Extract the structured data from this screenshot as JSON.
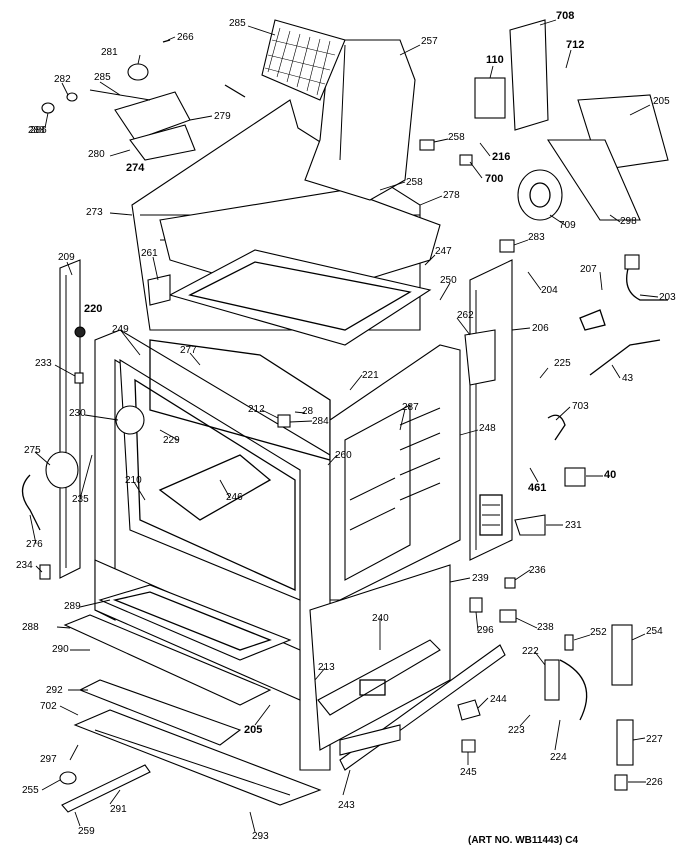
{
  "diagram": {
    "art_no": "(ART NO. WB11443) C4",
    "labels": [
      {
        "id": "p285top",
        "text": "285",
        "bold": false
      },
      {
        "id": "p266",
        "text": "266",
        "bold": false
      },
      {
        "id": "p257",
        "text": "257",
        "bold": false
      },
      {
        "id": "p708",
        "text": "708",
        "bold": true
      },
      {
        "id": "p712",
        "text": "712",
        "bold": true
      },
      {
        "id": "p281",
        "text": "281",
        "bold": false
      },
      {
        "id": "p110",
        "text": "110",
        "bold": true
      },
      {
        "id": "p282",
        "text": "282",
        "bold": false
      },
      {
        "id": "p285",
        "text": "285",
        "bold": false
      },
      {
        "id": "p286",
        "text": "286",
        "bold": false
      },
      {
        "id": "p205",
        "text": "205",
        "bold": false
      },
      {
        "id": "p288",
        "text": "288",
        "bold": false
      },
      {
        "id": "p279",
        "text": "279",
        "bold": false
      },
      {
        "id": "p258a",
        "text": "258",
        "bold": false
      },
      {
        "id": "p216",
        "text": "216",
        "bold": true
      },
      {
        "id": "p280",
        "text": "280",
        "bold": false
      },
      {
        "id": "p274",
        "text": "274",
        "bold": true
      },
      {
        "id": "p700",
        "text": "700",
        "bold": true
      },
      {
        "id": "p258b",
        "text": "258",
        "bold": false
      },
      {
        "id": "p278",
        "text": "278",
        "bold": false
      },
      {
        "id": "p709",
        "text": "709",
        "bold": false
      },
      {
        "id": "p298",
        "text": "298",
        "bold": false
      },
      {
        "id": "p273",
        "text": "273",
        "bold": false
      },
      {
        "id": "p247",
        "text": "247",
        "bold": false
      },
      {
        "id": "p283",
        "text": "283",
        "bold": false
      },
      {
        "id": "p209",
        "text": "209",
        "bold": false
      },
      {
        "id": "p261",
        "text": "261",
        "bold": false
      },
      {
        "id": "p250",
        "text": "250",
        "bold": false
      },
      {
        "id": "p204",
        "text": "204",
        "bold": false
      },
      {
        "id": "p207",
        "text": "207",
        "bold": false
      },
      {
        "id": "p220",
        "text": "220",
        "bold": true
      },
      {
        "id": "p203",
        "text": "203",
        "bold": false
      },
      {
        "id": "p262",
        "text": "262",
        "bold": false
      },
      {
        "id": "p206",
        "text": "206",
        "bold": false
      },
      {
        "id": "p249",
        "text": "249",
        "bold": false
      },
      {
        "id": "p277",
        "text": "277",
        "bold": false
      },
      {
        "id": "p233",
        "text": "233",
        "bold": false
      },
      {
        "id": "p225",
        "text": "225",
        "bold": false
      },
      {
        "id": "p221",
        "text": "221",
        "bold": false
      },
      {
        "id": "p43",
        "text": "43",
        "bold": false
      },
      {
        "id": "p212",
        "text": "212",
        "bold": false
      },
      {
        "id": "p28",
        "text": "28",
        "bold": false
      },
      {
        "id": "p230",
        "text": "230",
        "bold": false
      },
      {
        "id": "p284",
        "text": "284",
        "bold": false
      },
      {
        "id": "p287",
        "text": "287",
        "bold": false
      },
      {
        "id": "p703",
        "text": "703",
        "bold": false
      },
      {
        "id": "p229",
        "text": "229",
        "bold": false
      },
      {
        "id": "p248",
        "text": "248",
        "bold": false
      },
      {
        "id": "p275",
        "text": "275",
        "bold": false
      },
      {
        "id": "p260",
        "text": "260",
        "bold": false
      },
      {
        "id": "p40",
        "text": "40",
        "bold": true
      },
      {
        "id": "p210",
        "text": "210",
        "bold": false
      },
      {
        "id": "p461",
        "text": "461",
        "bold": true
      },
      {
        "id": "p235",
        "text": "235",
        "bold": false
      },
      {
        "id": "p246",
        "text": "246",
        "bold": false
      },
      {
        "id": "p276",
        "text": "276",
        "bold": false
      },
      {
        "id": "p231",
        "text": "231",
        "bold": false
      },
      {
        "id": "p234",
        "text": "234",
        "bold": false
      },
      {
        "id": "p239",
        "text": "239",
        "bold": false
      },
      {
        "id": "p236",
        "text": "236",
        "bold": false
      },
      {
        "id": "p289",
        "text": "289",
        "bold": false
      },
      {
        "id": "p296",
        "text": "296",
        "bold": false
      },
      {
        "id": "p238",
        "text": "238",
        "bold": false
      },
      {
        "id": "p288b",
        "text": "288",
        "bold": false
      },
      {
        "id": "p240",
        "text": "240",
        "bold": false
      },
      {
        "id": "p252",
        "text": "252",
        "bold": false
      },
      {
        "id": "p254",
        "text": "254",
        "bold": false
      },
      {
        "id": "p222",
        "text": "222",
        "bold": false
      },
      {
        "id": "p290",
        "text": "290",
        "bold": false
      },
      {
        "id": "p213",
        "text": "213",
        "bold": false
      },
      {
        "id": "p292",
        "text": "292",
        "bold": false
      },
      {
        "id": "p244",
        "text": "244",
        "bold": false
      },
      {
        "id": "p702",
        "text": "702",
        "bold": false
      },
      {
        "id": "p223",
        "text": "223",
        "bold": false
      },
      {
        "id": "p205b",
        "text": "205",
        "bold": true
      },
      {
        "id": "p227",
        "text": "227",
        "bold": false
      },
      {
        "id": "p224",
        "text": "224",
        "bold": false
      },
      {
        "id": "p297",
        "text": "297",
        "bold": false
      },
      {
        "id": "p245",
        "text": "245",
        "bold": false
      },
      {
        "id": "p226",
        "text": "226",
        "bold": false
      },
      {
        "id": "p255",
        "text": "255",
        "bold": false
      },
      {
        "id": "p291",
        "text": "291",
        "bold": false
      },
      {
        "id": "p243",
        "text": "243",
        "bold": false
      },
      {
        "id": "p259",
        "text": "259",
        "bold": false
      },
      {
        "id": "p293",
        "text": "293",
        "bold": false
      }
    ]
  }
}
